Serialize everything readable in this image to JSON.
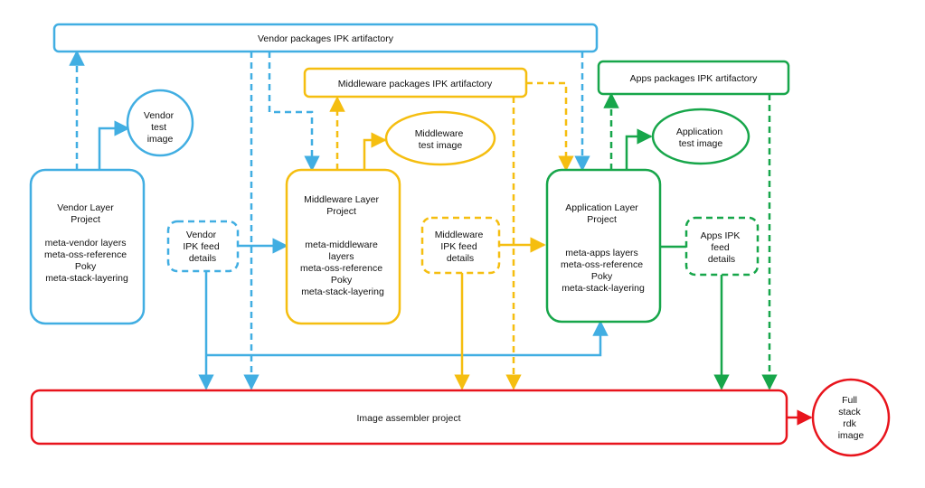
{
  "colors": {
    "vendor": "#41AEE2",
    "middleware": "#F5BE10",
    "apps": "#17A64A",
    "assembler": "#E8141C",
    "text": "#111111",
    "background": "#FFFFFF"
  },
  "artifactories": {
    "vendor": "Vendor packages IPK artifactory",
    "middleware": "Middleware packages IPK artifactory",
    "apps": "Apps packages IPK artifactory"
  },
  "test_images": {
    "vendor": [
      "Vendor",
      "test",
      "image"
    ],
    "middleware": [
      "Middleware",
      "test image"
    ],
    "apps": [
      "Application",
      "test image"
    ]
  },
  "projects": {
    "vendor": [
      "Vendor Layer",
      "Project",
      "",
      "meta-vendor layers",
      "meta-oss-reference",
      "Poky",
      "meta-stack-layering"
    ],
    "middleware": [
      "Middleware Layer",
      "Project",
      "",
      "meta-middleware",
      "layers",
      "meta-oss-reference",
      "Poky",
      "meta-stack-layering"
    ],
    "apps": [
      "Application Layer",
      "Project",
      "",
      "meta-apps layers",
      "meta-oss-reference",
      "Poky",
      "meta-stack-layering"
    ]
  },
  "feeds": {
    "vendor": [
      "Vendor",
      "IPK  feed",
      "details"
    ],
    "middleware": [
      "Middleware",
      "IPK  feed",
      "details"
    ],
    "apps": [
      "Apps IPK",
      "feed",
      "details"
    ]
  },
  "assembler": "Image assembler project",
  "output_image": [
    "Full",
    "stack",
    "rdk",
    "image"
  ]
}
